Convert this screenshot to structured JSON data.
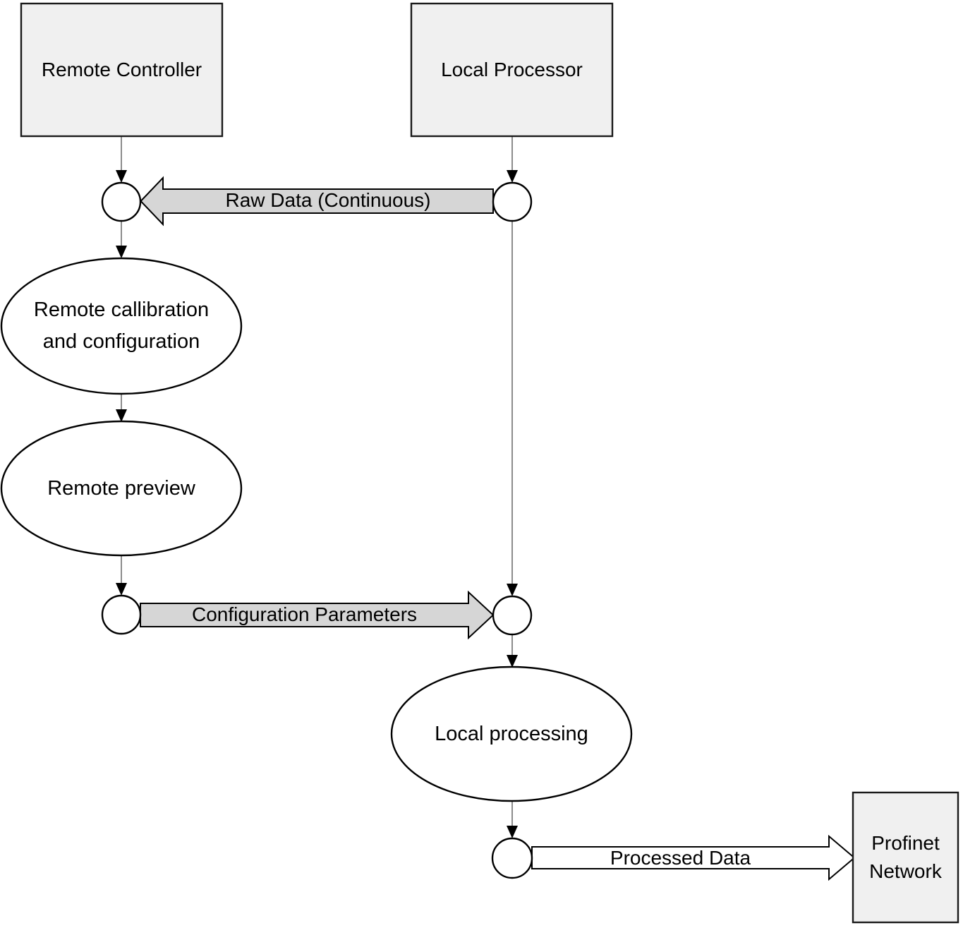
{
  "colors": {
    "node_fill": "#f0f0f0",
    "shape_fill": "#ffffff",
    "flow_fill": "#d6d6d6",
    "processed_flow_fill": "#ffffff",
    "stroke": "#000000",
    "connector": "#707070"
  },
  "nodes": {
    "remote_controller": {
      "label": "Remote Controller",
      "type": "box"
    },
    "local_processor": {
      "label": "Local Processor",
      "type": "box"
    },
    "profinet_network": {
      "line1": "Profinet",
      "line2": "Network",
      "type": "box"
    },
    "remote_calibration": {
      "line1": "Remote callibration",
      "line2": "and configuration",
      "type": "ellipse"
    },
    "remote_preview": {
      "label": "Remote preview",
      "type": "ellipse"
    },
    "local_processing": {
      "label": "Local processing",
      "type": "ellipse"
    }
  },
  "flows": {
    "raw_data": {
      "label": "Raw Data (Continuous)",
      "from": "local_processor",
      "to": "remote_controller",
      "direction": "left"
    },
    "configuration_parameters": {
      "label": "Configuration Parameters",
      "from": "remote_preview",
      "to": "local_processor",
      "direction": "right"
    },
    "processed_data": {
      "label": "Processed Data",
      "from": "local_processing",
      "to": "profinet_network",
      "direction": "right"
    }
  }
}
